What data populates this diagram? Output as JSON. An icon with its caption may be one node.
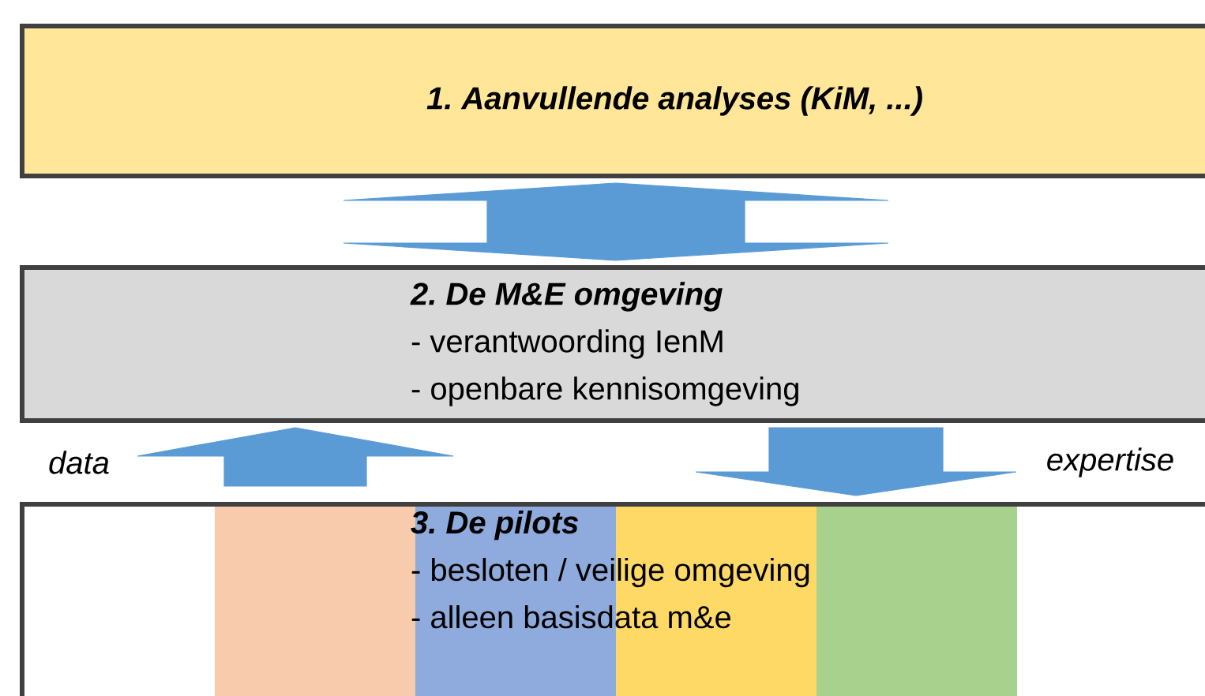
{
  "diagram": {
    "nodes": [
      {
        "text": [
          "1. Aanvullende analyses (KiM, ...)"
        ]
      },
      {
        "text": [
          "2. De M&E omgeving",
          "- verantwoording IenM",
          "- openbare kennisomgeving"
        ]
      },
      {
        "text": [
          "3. De pilots",
          "- besloten / veilige omgeving",
          "- alleen basisdata m&e"
        ]
      }
    ],
    "edges": [
      {
        "from": 0,
        "to": 1,
        "arrow": "both"
      },
      {
        "from": 2,
        "to": 1,
        "arrow": "to"
      },
      {
        "from": 1,
        "to": 2,
        "arrow": "to"
      }
    ],
    "labels": [
      "data",
      "expertise"
    ]
  }
}
